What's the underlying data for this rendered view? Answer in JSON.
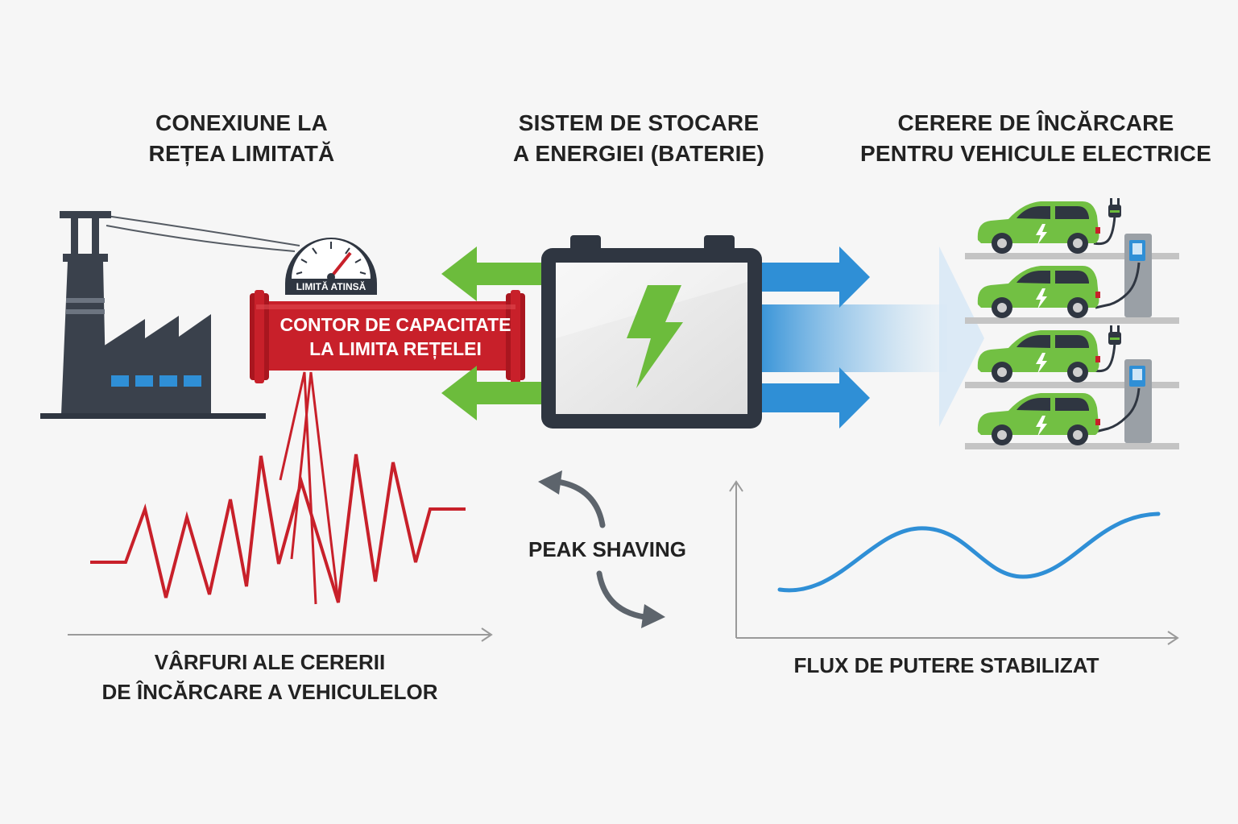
{
  "headings": {
    "grid": {
      "line1": "CONEXIUNE LA",
      "line2": "REȚEA LIMITATĂ"
    },
    "storage": {
      "line1": "SISTEM DE STOCARE",
      "line2": "A ENERGIEI (BATERIE)"
    },
    "demand": {
      "line1": "CERERE DE ÎNCĂRCARE",
      "line2": "PENTRU VEHICULE ELECTRICE"
    }
  },
  "gauge": {
    "label": "LIMITĂ ATINSĂ"
  },
  "pipe": {
    "line1": "CONTOR DE CAPACITATE",
    "line2": "LA LIMITA REȚELEI"
  },
  "peak_shaving": {
    "label": "PEAK SHAVING"
  },
  "captions": {
    "peaks": {
      "line1": "VÂRFURI ALE CERERII",
      "line2": "DE ÎNCĂRCARE A VEHICULELOR"
    },
    "stable": {
      "line1": "FLUX DE PUTERE STABILIZAT"
    }
  },
  "icons": [
    "factory-icon",
    "power-pylon-icon",
    "gauge-icon",
    "battery-icon",
    "lightning-bolt-icon",
    "electric-car-icon",
    "charging-station-icon",
    "cycle-arrow-icon"
  ],
  "colors": {
    "grid_red": "#c8202a",
    "storage_green": "#6cbc3c",
    "flow_blue": "#2f8fd6",
    "dark": "#2f3641",
    "car_green": "#72c043"
  }
}
